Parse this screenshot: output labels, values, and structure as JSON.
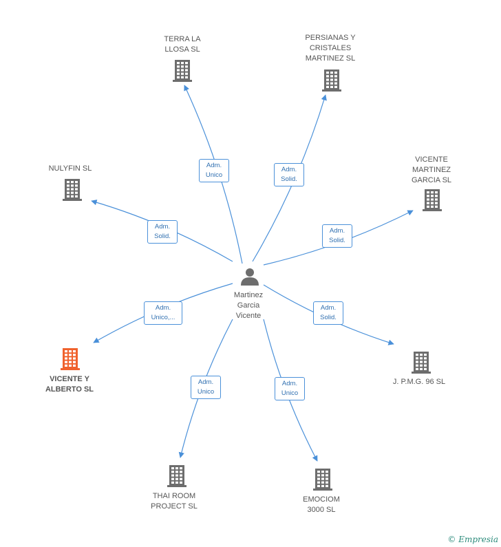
{
  "center": {
    "name": "Martinez\nGarcia\nVicente"
  },
  "companies": [
    {
      "id": "terra",
      "name": "TERRA LA\nLLOSA SL",
      "role": "Adm.\nUnico",
      "highlighted": false
    },
    {
      "id": "persianas",
      "name": "PERSIANAS Y\nCRISTALES\nMARTINEZ  SL",
      "role": "Adm.\nSolid.",
      "highlighted": false
    },
    {
      "id": "nulyfin",
      "name": "NULYFIN  SL",
      "role": "Adm.\nSolid.",
      "highlighted": false
    },
    {
      "id": "vicente-mg",
      "name": "VICENTE\nMARTINEZ\nGARCIA SL",
      "role": "Adm.\nSolid.",
      "highlighted": false
    },
    {
      "id": "vicente-alberto",
      "name": "VICENTE Y\nALBERTO SL",
      "role": "Adm.\nUnico,...",
      "highlighted": true
    },
    {
      "id": "jpmg",
      "name": "J. P.M.G. 96  SL",
      "role": "Adm.\nSolid.",
      "highlighted": false
    },
    {
      "id": "thairoom",
      "name": "THAI ROOM\nPROJECT SL",
      "role": "Adm.\nUnico",
      "highlighted": false
    },
    {
      "id": "emociom",
      "name": "EMOCIOM\n3000 SL",
      "role": "Adm.\nUnico",
      "highlighted": false
    }
  ],
  "colors": {
    "edge": "#4a90d9",
    "building": "#6d6d6d",
    "building_highlight": "#f0622d",
    "person": "#6d6d6d"
  },
  "copyright": {
    "symbol": "©",
    "brand": "Empresia"
  }
}
